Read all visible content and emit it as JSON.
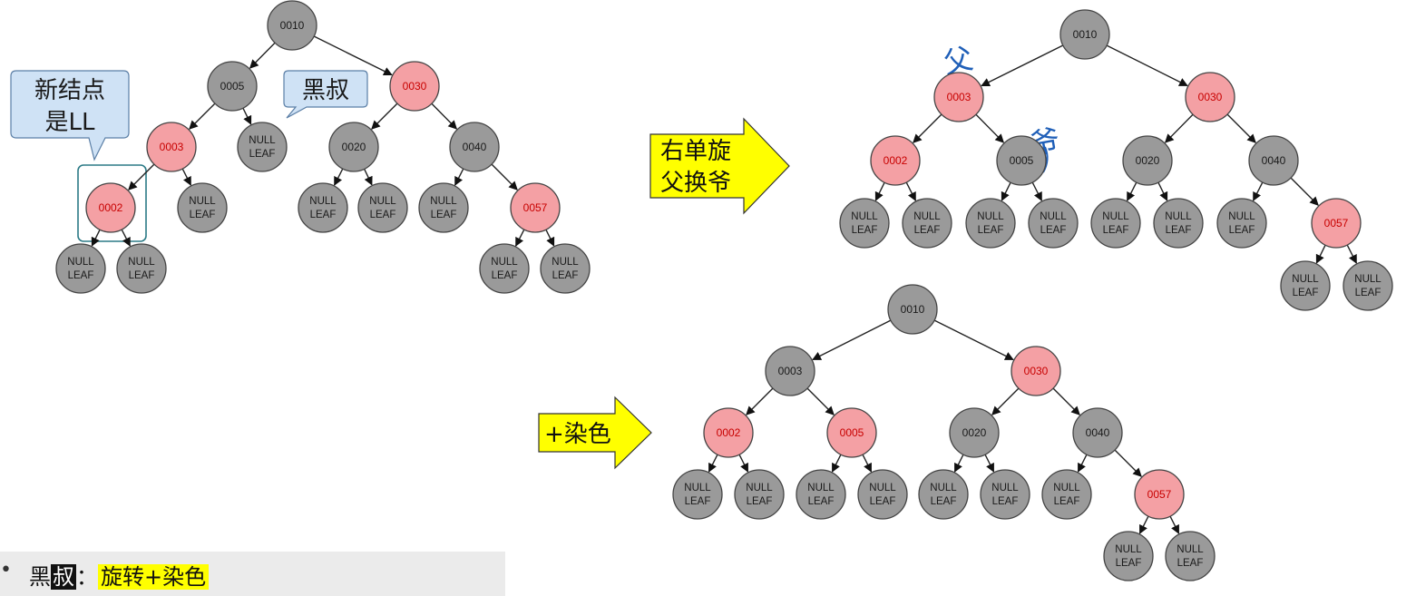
{
  "leaf_label": [
    "NULL",
    "LEAF"
  ],
  "colors": {
    "black_node": "#9a9a9a",
    "red_node": "#f4a0a4",
    "red_text": "#c80000",
    "callout": "#cfe2f5",
    "highlight": "#ffff00",
    "annotation": "#1f5fb8"
  },
  "tree_before": {
    "nodes": [
      {
        "id": "n10",
        "label": "0010",
        "color": "black"
      },
      {
        "id": "n05",
        "label": "0005",
        "color": "black"
      },
      {
        "id": "n30",
        "label": "0030",
        "color": "red"
      },
      {
        "id": "n03",
        "label": "0003",
        "color": "red"
      },
      {
        "id": "n02",
        "label": "0002",
        "color": "red"
      },
      {
        "id": "n20",
        "label": "0020",
        "color": "black"
      },
      {
        "id": "n40",
        "label": "0040",
        "color": "black"
      },
      {
        "id": "n57",
        "label": "0057",
        "color": "red"
      }
    ]
  },
  "tree_rotated": {
    "nodes": [
      {
        "id": "n10",
        "label": "0010",
        "color": "black"
      },
      {
        "id": "n03",
        "label": "0003",
        "color": "red"
      },
      {
        "id": "n30",
        "label": "0030",
        "color": "red"
      },
      {
        "id": "n02",
        "label": "0002",
        "color": "red"
      },
      {
        "id": "n05",
        "label": "0005",
        "color": "black"
      },
      {
        "id": "n20",
        "label": "0020",
        "color": "black"
      },
      {
        "id": "n40",
        "label": "0040",
        "color": "black"
      },
      {
        "id": "n57",
        "label": "0057",
        "color": "red"
      }
    ]
  },
  "tree_recolored": {
    "nodes": [
      {
        "id": "n10",
        "label": "0010",
        "color": "black"
      },
      {
        "id": "n03",
        "label": "0003",
        "color": "black"
      },
      {
        "id": "n30",
        "label": "0030",
        "color": "red"
      },
      {
        "id": "n02",
        "label": "0002",
        "color": "red"
      },
      {
        "id": "n05",
        "label": "0005",
        "color": "red"
      },
      {
        "id": "n20",
        "label": "0020",
        "color": "black"
      },
      {
        "id": "n40",
        "label": "0040",
        "color": "black"
      },
      {
        "id": "n57",
        "label": "0057",
        "color": "red"
      }
    ]
  },
  "callouts": {
    "new_node": [
      "新结点",
      "是LL"
    ],
    "uncle": "黑叔"
  },
  "arrows": {
    "rotate": [
      "右单旋",
      "父换爷"
    ],
    "recolor": "+染色"
  },
  "annotations": {
    "parent": "父",
    "grandparent": "爷"
  },
  "bottom": {
    "bullet": "•",
    "prefix": "黑",
    "inverted": "叔",
    "colon": "：",
    "highlight": "旋转+染色"
  }
}
